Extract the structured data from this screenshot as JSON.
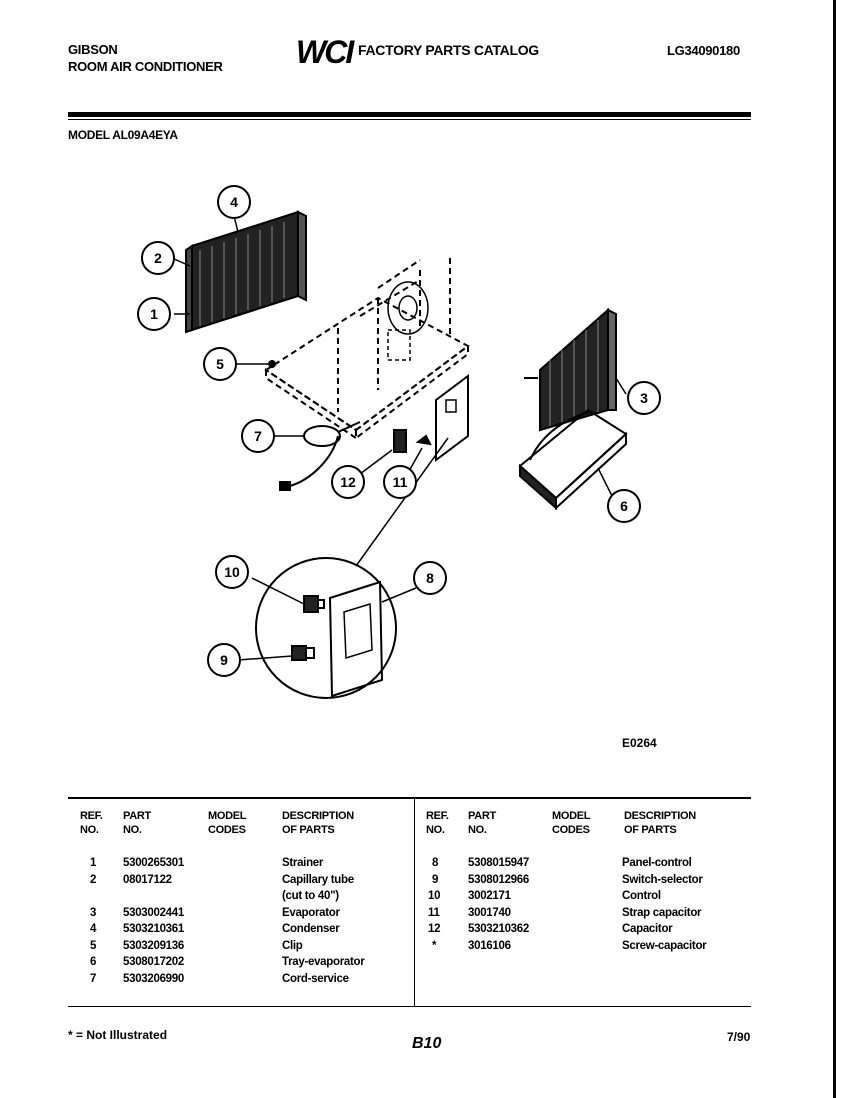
{
  "header": {
    "brand": "GIBSON",
    "product": "ROOM AIR CONDITIONER",
    "logo": "WCI",
    "catalog_title": "FACTORY PARTS CATALOG",
    "catalog_number": "LG34090180",
    "model": "MODEL AL09A4EYA"
  },
  "diagram": {
    "code": "E0264",
    "callouts": [
      "1",
      "2",
      "3",
      "4",
      "5",
      "6",
      "7",
      "8",
      "9",
      "10",
      "11",
      "12"
    ]
  },
  "table": {
    "headers": {
      "ref": [
        "REF.",
        "NO."
      ],
      "part": [
        "PART",
        "NO."
      ],
      "model": [
        "MODEL",
        "CODES"
      ],
      "desc": [
        "DESCRIPTION",
        "OF PARTS"
      ]
    },
    "left_rows": [
      {
        "ref": "1",
        "part": "5300265301",
        "code": "",
        "desc": "Strainer"
      },
      {
        "ref": "2",
        "part": "08017122",
        "code": "",
        "desc": "Capillary tube"
      },
      {
        "ref": "",
        "part": "",
        "code": "",
        "desc": "(cut to 40\")"
      },
      {
        "ref": "3",
        "part": "5303002441",
        "code": "",
        "desc": "Evaporator"
      },
      {
        "ref": "4",
        "part": "5303210361",
        "code": "",
        "desc": "Condenser"
      },
      {
        "ref": "5",
        "part": "5303209136",
        "code": "",
        "desc": "Clip"
      },
      {
        "ref": "6",
        "part": "5308017202",
        "code": "",
        "desc": "Tray-evaporator"
      },
      {
        "ref": "7",
        "part": "5303206990",
        "code": "",
        "desc": "Cord-service"
      }
    ],
    "right_rows": [
      {
        "ref": "8",
        "part": "5308015947",
        "code": "",
        "desc": "Panel-control"
      },
      {
        "ref": "9",
        "part": "5308012966",
        "code": "",
        "desc": "Switch-selector"
      },
      {
        "ref": "10",
        "part": "3002171",
        "code": "",
        "desc": "Control"
      },
      {
        "ref": "11",
        "part": "3001740",
        "code": "",
        "desc": "Strap capacitor"
      },
      {
        "ref": "12",
        "part": "5303210362",
        "code": "",
        "desc": "Capacitor"
      },
      {
        "ref": "*",
        "part": "3016106",
        "code": "",
        "desc": "Screw-capacitor"
      }
    ]
  },
  "footer": {
    "note": "* = Not Illustrated",
    "page": "B10",
    "date": "7/90"
  }
}
